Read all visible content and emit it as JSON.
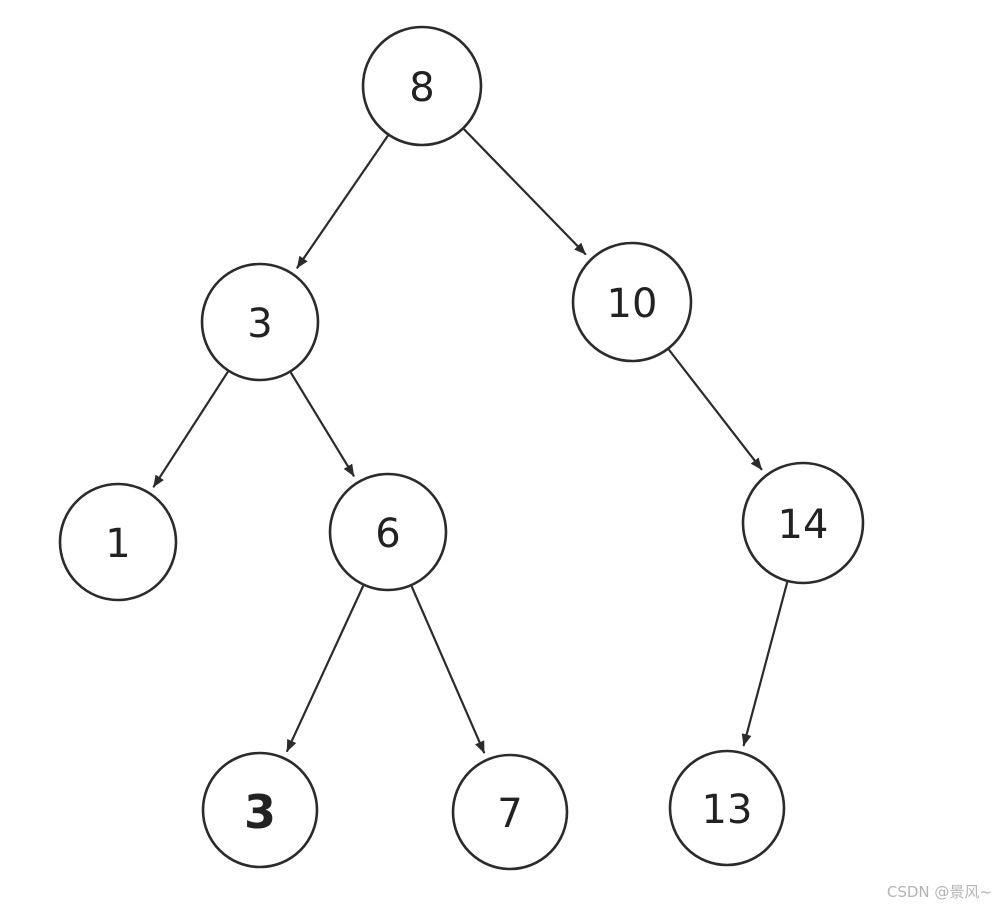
{
  "diagram": {
    "nodes": [
      {
        "id": "n8",
        "label": "8"
      },
      {
        "id": "n3",
        "label": "3"
      },
      {
        "id": "n10",
        "label": "10"
      },
      {
        "id": "n1",
        "label": "1"
      },
      {
        "id": "n6",
        "label": "6"
      },
      {
        "id": "n14",
        "label": "14"
      },
      {
        "id": "n3b",
        "label": "3"
      },
      {
        "id": "n7",
        "label": "7"
      },
      {
        "id": "n13",
        "label": "13"
      }
    ],
    "edges": [
      {
        "from": "n8",
        "to": "n3"
      },
      {
        "from": "n8",
        "to": "n10"
      },
      {
        "from": "n3",
        "to": "n1"
      },
      {
        "from": "n3",
        "to": "n6"
      },
      {
        "from": "n10",
        "to": "n14"
      },
      {
        "from": "n6",
        "to": "n3b"
      },
      {
        "from": "n6",
        "to": "n7"
      },
      {
        "from": "n14",
        "to": "n13"
      }
    ],
    "stroke_color": "#2b2b2b"
  },
  "watermark": "CSDN @景风~"
}
